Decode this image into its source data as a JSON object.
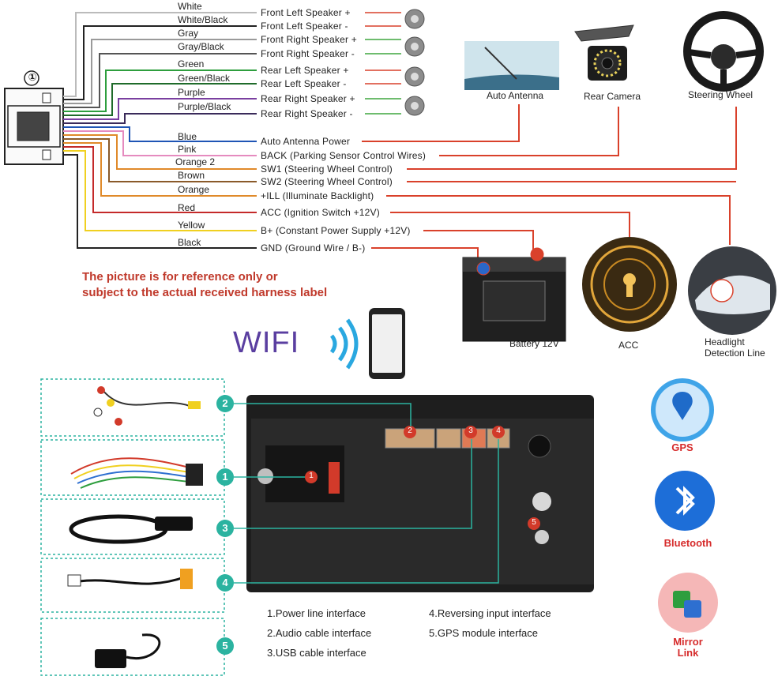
{
  "harness": {
    "connector_number": "①",
    "wire_colors": [
      "White",
      "White/Black",
      "Gray",
      "Gray/Black",
      "Green",
      "Green/Black",
      "Purple",
      "Purple/Black",
      "Blue",
      "Pink",
      "Orange",
      "Brown",
      "Orange",
      "Red",
      "Yellow",
      "Black"
    ],
    "orange_pin": "2",
    "functions": [
      "Front Left Speaker +",
      "Front Left Speaker -",
      "Front Right Speaker +",
      "Front Right Speaker -",
      "Rear Left Speaker +",
      "Rear Left Speaker -",
      "Rear Right Speaker +",
      "Rear Right Speaker -",
      "Auto  Antenna Power",
      "BACK (Parking Sensor Control Wires)",
      "SW1 (Steering Wheel Control)",
      "SW2 (Steering Wheel Control)",
      "+ILL (Illuminate Backlight)",
      "ACC (Ignition Switch +12V)",
      "B+ (Constant Power Supply +12V)",
      "GND (Ground Wire / B-)"
    ]
  },
  "devices": {
    "auto_antenna": "Auto Antenna",
    "rear_camera": "Rear Camera",
    "steering_wheel": "Steering Wheel",
    "battery": "Battery 12V",
    "acc": "ACC",
    "headlight_1": "Headlight",
    "headlight_2": "Detection Line"
  },
  "notice": {
    "line1": "The picture is for reference only or",
    "line2": "subject to the actual received harness label"
  },
  "wifi_label": "WIFI",
  "interfaces": [
    {
      "num": "1",
      "label": "1.Power line interface"
    },
    {
      "num": "2",
      "label": "2.Audio cable interface"
    },
    {
      "num": "3",
      "label": "3.USB cable interface"
    },
    {
      "num": "4",
      "label": "4.Reversing input interface"
    },
    {
      "num": "5",
      "label": "5.GPS module interface"
    }
  ],
  "side_icons": {
    "gps": "GPS",
    "bluetooth": "Bluetooth",
    "mirror_1": "Mirror",
    "mirror_2": "Link"
  },
  "colors": {
    "arrow_red": "#d9412b",
    "teal_badge": "#2bb3a0",
    "port_red": "#d23a2a",
    "wifi_purple": "#5a3ea0",
    "wifi_blue": "#2aa8e0"
  }
}
